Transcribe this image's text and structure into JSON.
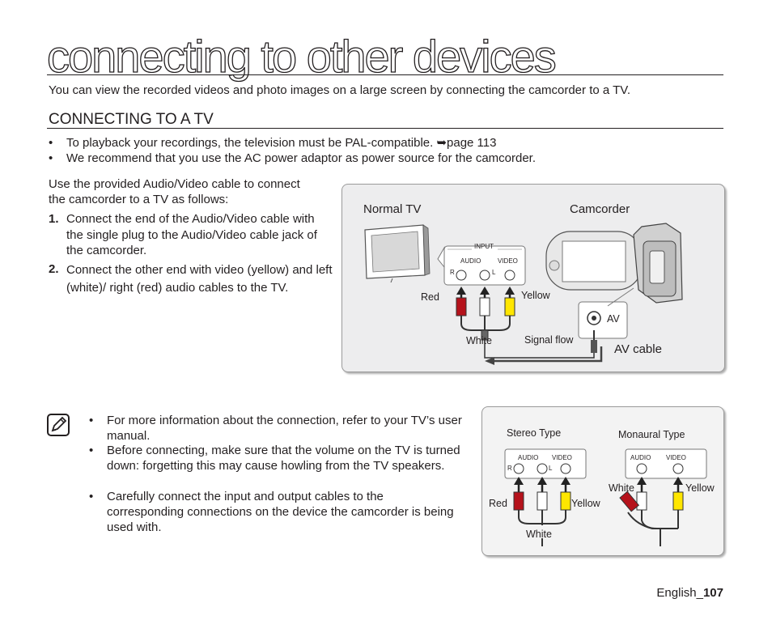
{
  "page": {
    "title": "connecting to other devices",
    "intro": "You can view the recorded videos and photo images on a large screen by connecting the camcorder to a TV.",
    "section_title": "CONNECTING TO A TV",
    "bullets": [
      "To playback your recordings, the television must be PAL-compatible. ➥page 113",
      "We recommend that you use the AC power adaptor as power source for the camcorder."
    ],
    "instructions_line1": "Use the provided Audio/Video cable to connect",
    "instructions_line2": "the camcorder to a TV as follows:",
    "steps": [
      {
        "num": "1.",
        "text": "Connect the end of the Audio/Video cable with the single plug to the Audio/Video cable jack of the camcorder."
      },
      {
        "num": "2.",
        "text": "Connect the other end with video (yellow) and left (white)/ right (red) audio cables to the TV."
      }
    ],
    "footer_lang": "English_",
    "footer_page": "107"
  },
  "diagram1": {
    "normal_tv": "Normal TV",
    "camcorder": "Camcorder",
    "input": "INPUT",
    "audio": "AUDIO",
    "video": "VIDEO",
    "r": "R",
    "l": "L",
    "red": "Red",
    "yellow": "Yellow",
    "white": "White",
    "signal_flow": "Signal flow",
    "av": "AV",
    "av_cable": "AV cable"
  },
  "note": {
    "icon": "note-pencil-icon",
    "bullets": [
      "For more information about the connection, refer to your TV’s user manual.",
      "Before connecting, make sure that the volume on the TV is turned down: forgetting this may cause howling from the TV speakers.",
      "Carefully connect the input and output cables to the corresponding connections on the device the camcorder is being used with."
    ]
  },
  "diagram2": {
    "stereo_type": "Stereo Type",
    "monaural_type": "Monaural Type",
    "audio": "AUDIO",
    "video": "VIDEO",
    "r": "R",
    "l": "L",
    "red": "Red",
    "yellow": "Yellow",
    "white": "White",
    "white2": "White",
    "yellow2": "Yellow"
  },
  "colors": {
    "red_plug": "#b5121b",
    "yellow_plug": "#ffe600",
    "white_plug": "#ffffff"
  }
}
